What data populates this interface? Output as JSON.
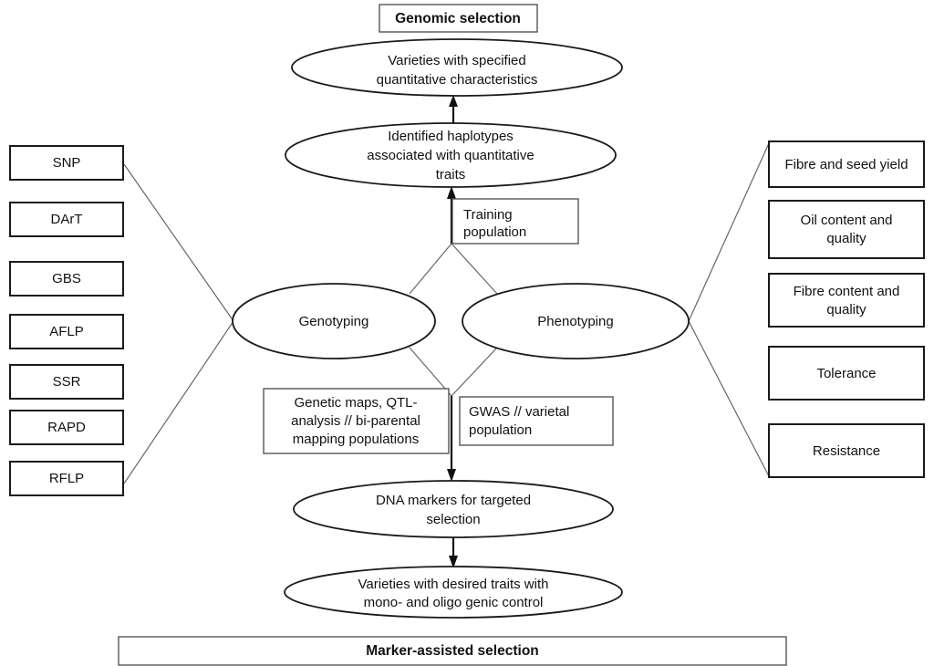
{
  "diagram": {
    "title_top": "Genomic selection",
    "title_bottom": "Marker-assisted selection",
    "marker_types": [
      {
        "label": "SNP"
      },
      {
        "label": "DArT"
      },
      {
        "label": "GBS"
      },
      {
        "label": "AFLP"
      },
      {
        "label": "SSR"
      },
      {
        "label": "RAPD"
      },
      {
        "label": "RFLP"
      }
    ],
    "traits": [
      {
        "line1": "Fibre and seed yield",
        "line2": ""
      },
      {
        "line1": "Oil content and",
        "line2": "quality"
      },
      {
        "line1": "Fibre content and",
        "line2": "quality"
      },
      {
        "line1": "Tolerance",
        "line2": ""
      },
      {
        "line1": "Resistance",
        "line2": ""
      }
    ],
    "ellipses": {
      "varieties_quantitative_line1": "Varieties with specified",
      "varieties_quantitative_line2": "quantitative characteristics",
      "haplotypes_line1": "Identified haplotypes",
      "haplotypes_line2": "associated with quantitative",
      "haplotypes_line3": "traits",
      "genotyping": "Genotyping",
      "phenotyping": "Phenotyping",
      "dna_markers_line1": "DNA markers for targeted",
      "dna_markers_line2": "selection",
      "varieties_desired_line1": "Varieties with desired traits with",
      "varieties_desired_line2": "mono- and oligo genic control"
    },
    "annotations": {
      "training_line1": "Training",
      "training_line2": "population",
      "genetic_maps_line1": "Genetic maps, QTL-",
      "genetic_maps_line2": "analysis // bi-parental",
      "genetic_maps_line3": "mapping populations",
      "gwas_line1": "GWAS // varietal",
      "gwas_line2": "population"
    },
    "colors": {
      "stroke": "#1a1a1a",
      "connector": "#666666",
      "background": "#ffffff",
      "text": "#111111"
    }
  }
}
